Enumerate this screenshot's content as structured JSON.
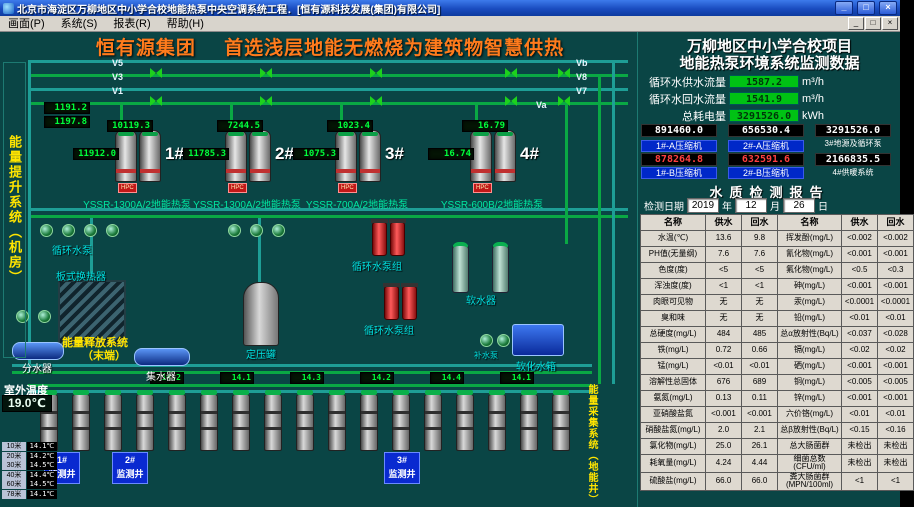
{
  "window": {
    "title": "北京市海淀区万柳地区中小学合校地能热泵中央空调系统工程．[恒有源科技发展(集团)有限公司]",
    "menu": [
      "画面(P)",
      "系统(S)",
      "报表(R)",
      "帮助(H)"
    ],
    "controls": {
      "minimize": "_",
      "maximize": "□",
      "close": "×"
    }
  },
  "banner": {
    "company": "恒有源集团",
    "slogan": "首选浅层地能无燃烧为建筑物智慧供热"
  },
  "project": {
    "line1": "万柳地区中小学合校项目",
    "line2": "地能热泵环境系统监测数据"
  },
  "panel": {
    "meters": [
      {
        "label": "循环水供水流量",
        "value": "1587.2",
        "unit": "m³/h"
      },
      {
        "label": "循环水回水流量",
        "value": "1541.9",
        "unit": "m³/h"
      },
      {
        "label": "总耗电量",
        "value": "3291526.0",
        "unit": "kWh"
      }
    ],
    "counters": [
      "891460.0",
      "656530.4",
      "3291526.0"
    ],
    "machine_labels_a": [
      "1#-A压缩机",
      "2#-A压缩机",
      "3#地源及循环泵"
    ],
    "machine_values": [
      "878264.8",
      "632591.6",
      "2166835.5"
    ],
    "machine_labels_b": [
      "1#-B压缩机",
      "2#-B压缩机",
      "4#供暖系统"
    ],
    "report": {
      "title": "水质检测报告",
      "date_label": "检测日期",
      "year": "2019",
      "year_suffix": "年",
      "month": "12",
      "month_suffix": "月",
      "day": "26",
      "day_suffix": "日"
    },
    "table": {
      "headers": [
        "名称",
        "供水",
        "回水",
        "名称",
        "供水",
        "回水"
      ],
      "rows": [
        [
          "水温(℃)",
          "13.6",
          "9.8",
          "挥发酚(mg/L)",
          "<0.002",
          "<0.002"
        ],
        [
          "PH值(无量纲)",
          "7.6",
          "7.6",
          "氰化物(mg/L)",
          "<0.001",
          "<0.001"
        ],
        [
          "色度(度)",
          "<5",
          "<5",
          "氟化物(mg/L)",
          "<0.5",
          "<0.3"
        ],
        [
          "浑浊度(度)",
          "<1",
          "<1",
          "砷(mg/L)",
          "<0.001",
          "<0.001"
        ],
        [
          "肉眼可见物",
          "无",
          "无",
          "汞(mg/L)",
          "<0.0001",
          "<0.0001"
        ],
        [
          "臭和味",
          "无",
          "无",
          "铅(mg/L)",
          "<0.01",
          "<0.01"
        ],
        [
          "总硬度(mg/L)",
          "484",
          "485",
          "总α放射性(Bq/L)",
          "<0.037",
          "<0.028"
        ],
        [
          "铁(mg/L)",
          "0.72",
          "0.66",
          "镉(mg/L)",
          "<0.02",
          "<0.02"
        ],
        [
          "锰(mg/L)",
          "<0.01",
          "<0.01",
          "硒(mg/L)",
          "<0.001",
          "<0.001"
        ],
        [
          "溶解性总固体",
          "676",
          "689",
          "铜(mg/L)",
          "<0.005",
          "<0.005"
        ],
        [
          "氨氮(mg/L)",
          "0.13",
          "0.11",
          "锌(mg/L)",
          "<0.001",
          "<0.001"
        ],
        [
          "亚硝酸盐氮",
          "<0.001",
          "<0.001",
          "六价铬(mg/L)",
          "<0.01",
          "<0.01"
        ],
        [
          "硝酸盐氮(mg/L)",
          "2.0",
          "2.1",
          "总β放射性(Bq/L)",
          "<0.15",
          "<0.16"
        ],
        [
          "氯化物(mg/L)",
          "25.0",
          "26.1",
          "总大肠菌群",
          "未检出",
          "未检出"
        ],
        [
          "耗氧量(mg/L)",
          "4.24",
          "4.44",
          "细菌总数(CFU/ml)",
          "未检出",
          "未检出"
        ],
        [
          "硫酸盐(mg/L)",
          "66.0",
          "66.0",
          "粪大肠菌群(MPN/100ml)",
          "<1",
          "<1"
        ]
      ]
    }
  },
  "diagram": {
    "left_title": "能量提升系统（机房）",
    "right_title": "能量采集系统（地能井）",
    "release_title_line1": "能量释放系统",
    "release_title_line2": "（末端）",
    "units": [
      {
        "num": "1#",
        "model": "YSSR-1300A/2地能热泵",
        "d1": "10119.3",
        "d2": "11912.0",
        "tag": "HPC"
      },
      {
        "num": "2#",
        "model": "YSSR-1300A/2地能热泵",
        "d1": "7244.5",
        "d2": "11785.3",
        "tag": "HPC"
      },
      {
        "num": "3#",
        "model": "YSSR-700A/2地能热泵",
        "d1": "1023.4",
        "d2": "1075.3",
        "tag": "HPC"
      },
      {
        "num": "4#",
        "model": "YSSR-600B/2地能热泵",
        "d1": "16.79",
        "d2": "16.74",
        "tag": "HPC"
      }
    ],
    "valve_labels": [
      "V5",
      "V3",
      "V1",
      "Vb",
      "V8",
      "V7",
      "Va"
    ],
    "aux_displays": [
      "1191.2",
      "1197.8"
    ],
    "mini_displays": [
      "14.2",
      "14.1",
      "14.3",
      "14.2",
      "14.4",
      "14.1"
    ],
    "labels": {
      "hx": "板式换热器",
      "tank": "定压罐",
      "pump_group1": "循环水泵",
      "pump_group2": "循环水泵组",
      "pump_group3": "循环水泵组",
      "softener": "软水器",
      "soft_tank": "软化水箱",
      "makeup": "补水泵",
      "divider": "分水器",
      "collector": "集水器"
    },
    "outdoor": {
      "label": "室外温度",
      "value": "19.0℃"
    },
    "depth_temps": [
      {
        "depth": "10米",
        "value": "14.1℃"
      },
      {
        "depth": "20米",
        "value": "14.2℃"
      },
      {
        "depth": "30米",
        "value": "14.5℃"
      },
      {
        "depth": "40米",
        "value": "14.4℃"
      },
      {
        "depth": "60米",
        "value": "14.5℃"
      },
      {
        "depth": "78米",
        "value": "14.1℃"
      }
    ],
    "monitor_wells": [
      {
        "num": "1#",
        "label": "监测井"
      },
      {
        "num": "2#",
        "label": "监测井"
      },
      {
        "num": "3#",
        "label": "监测井"
      }
    ],
    "well_count": 17
  }
}
